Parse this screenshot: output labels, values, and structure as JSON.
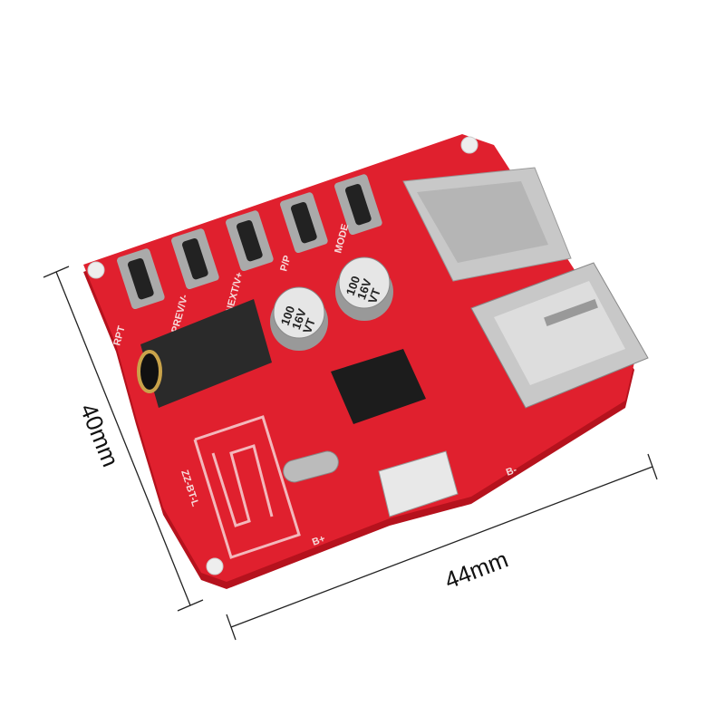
{
  "dimensions": {
    "height_label": "40mm",
    "width_label": "44mm"
  },
  "board": {
    "color": "#e0202e",
    "buttons": [
      "RPT",
      "PREV/V-",
      "NEXT/V+",
      "P/P",
      "MODE"
    ],
    "capacitor_label": [
      "100",
      "16V",
      "VT"
    ],
    "antenna_label": "ZZ-BT-L",
    "pad_plus": "B+",
    "pad_minus": "B-"
  }
}
